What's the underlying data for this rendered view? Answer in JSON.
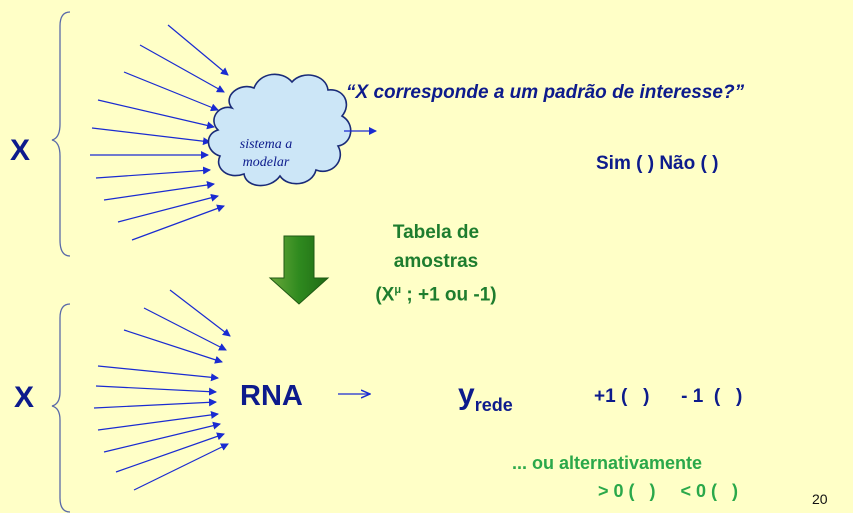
{
  "top": {
    "input_label": "X",
    "cloud_label_line1": "sistema a",
    "cloud_label_line2": "modelar",
    "question": "“X corresponde a um padrão de interesse?”",
    "answer": "Sim (  )  Não (  )"
  },
  "middle": {
    "table_line1": "Tabela de",
    "table_line2": "amostras",
    "table_line3_prefix": "(X",
    "table_line3_superscript": "μ",
    "table_line3_suffix": " ; +1 ou -1)"
  },
  "bottom": {
    "input_label": "X",
    "network_label": "RNA",
    "output_label": "y",
    "output_subscript": "rede",
    "output_options": "+1 (   )      - 1  (   )",
    "alt_intro": "... ou alternativamente",
    "alt_options": "> 0 (   )     < 0 (   )"
  },
  "slide_number": "20",
  "colors": {
    "background": "#ffffc7",
    "text_blue": "#0d1b8c",
    "text_green": "#1e7d2e",
    "arrow_blue": "#1a2bd1",
    "cloud_fill": "#cce6f7",
    "down_arrow": "#2f8a1f"
  }
}
